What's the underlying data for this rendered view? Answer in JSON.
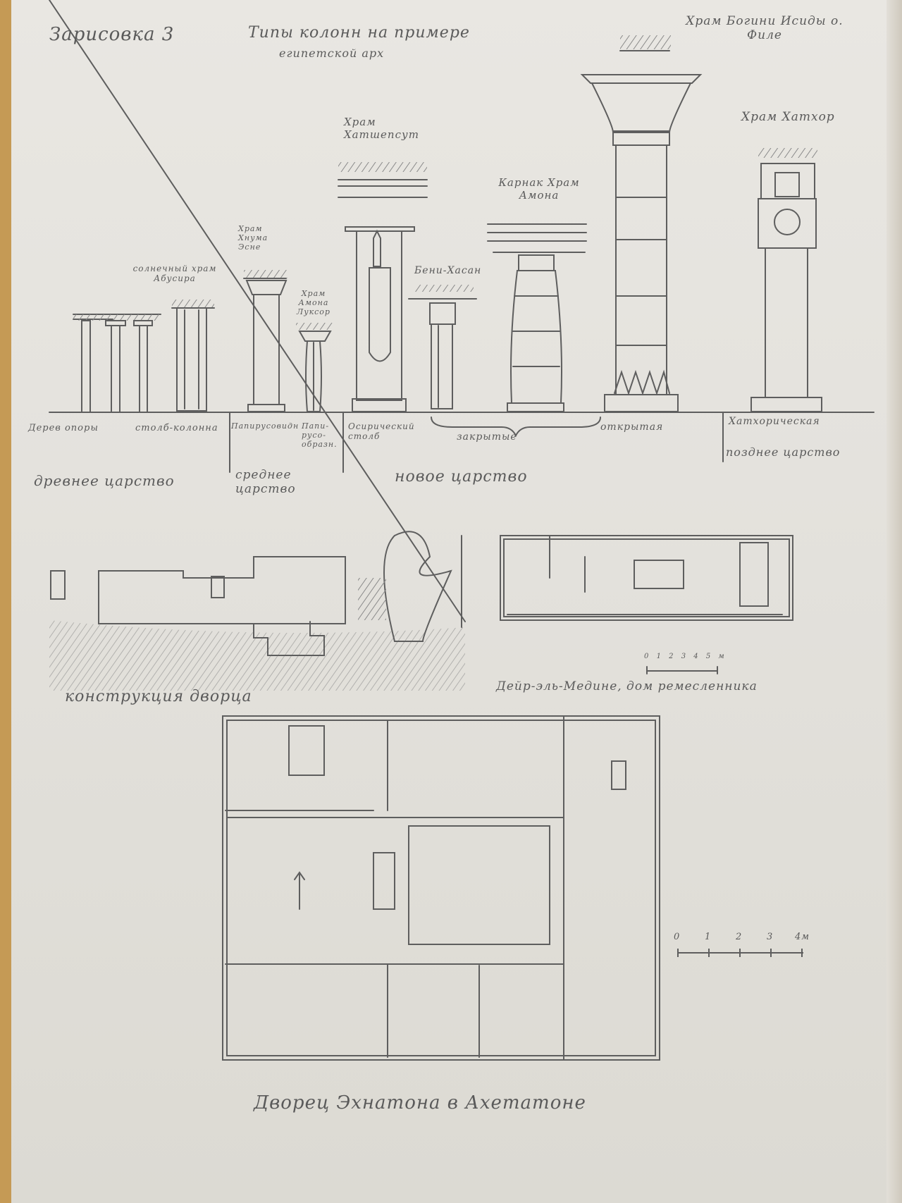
{
  "sheet": {
    "title": "Зарисовка 3",
    "subtitle_line1": "Типы колонн на примере",
    "subtitle_line2": "египетской арх"
  },
  "columns": {
    "labels": [
      {
        "id": "wood",
        "text": "Дерев опоры"
      },
      {
        "id": "pillar",
        "text": "столб-колонна"
      },
      {
        "id": "papyrus",
        "text": "Папирусовидн"
      },
      {
        "id": "papyrus2",
        "text": "Папи-русо-образн."
      },
      {
        "id": "osiris",
        "text": "Осирический столб"
      },
      {
        "id": "lotus",
        "text": "закрытые"
      },
      {
        "id": "open",
        "text": "открытая"
      },
      {
        "id": "hathor",
        "text": "Хатхорическая"
      }
    ],
    "temple_labels": [
      {
        "id": "abusir",
        "text": "солнечный храм Абусира"
      },
      {
        "id": "khnum",
        "text": "Храм Хнума Эсне"
      },
      {
        "id": "luxor",
        "text": "Храм Амона Луксор"
      },
      {
        "id": "hatshepsut",
        "text": "Храм Хатшепсут"
      },
      {
        "id": "benihasan",
        "text": "Бени-Хасан"
      },
      {
        "id": "karnak",
        "text": "Карнак Храм Амона"
      },
      {
        "id": "isis",
        "text": "Храм Богини Исиды о. Филе"
      },
      {
        "id": "hathor_temple",
        "text": "Храм Хатхор"
      }
    ],
    "eras": [
      {
        "id": "old",
        "text": "древнее царство"
      },
      {
        "id": "middle",
        "text": "среднее царство"
      },
      {
        "id": "new",
        "text": "новое царство"
      },
      {
        "id": "late",
        "text": "позднее царство"
      }
    ]
  },
  "palace": {
    "section_caption": "конструкция дворца",
    "plan_caption": "Дейр-эль-Медине, дом ремесленника",
    "scale_small": [
      "0",
      "1",
      "2",
      "3",
      "4",
      "5",
      "м"
    ],
    "main_caption": "Дворец Эхнатона в Ахетатоне",
    "scale_large": [
      "0",
      "1",
      "2",
      "3",
      "4м"
    ]
  },
  "colors": {
    "pencil": "#5e5e5e",
    "paper": "#e6e4df",
    "table": "#c59a55"
  }
}
